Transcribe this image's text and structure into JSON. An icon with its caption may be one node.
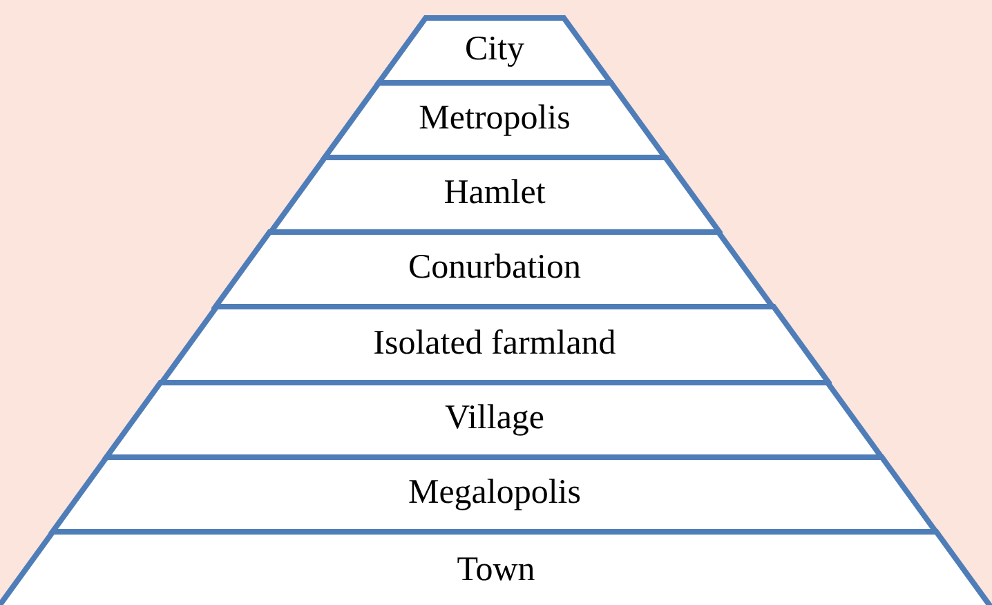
{
  "diagram": {
    "nodes": [
      {
        "text": [
          "City"
        ]
      },
      {
        "text": [
          "Metropolis"
        ]
      },
      {
        "text": [
          "Hamlet"
        ]
      },
      {
        "text": [
          "Conurbation"
        ]
      },
      {
        "text": [
          "Isolated farmland"
        ]
      },
      {
        "text": [
          "Village"
        ]
      },
      {
        "text": [
          "Megalopolis"
        ]
      },
      {
        "text": [
          "Town"
        ]
      }
    ]
  }
}
